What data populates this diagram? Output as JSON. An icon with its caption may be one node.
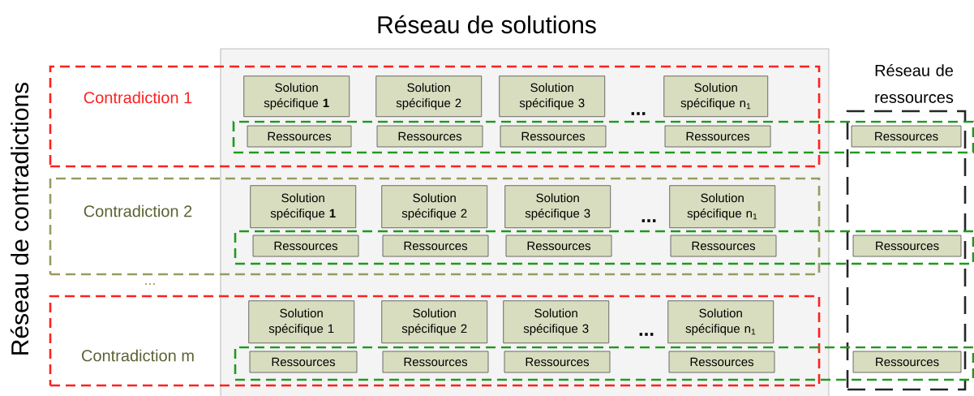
{
  "diagram": {
    "title": "Réseau de solutions",
    "nodes": [
      {
        "text": [
          "Contradiction 1"
        ]
      },
      {
        "text": [
          "Solution spécifique **1**"
        ],
        "in": 0
      },
      {
        "text": [
          "Solution spécifique 2"
        ],
        "in": 0
      },
      {
        "text": [
          "Solution spécifique 3"
        ],
        "in": 0
      },
      {
        "text": [
          "Solution spécifique n$_{1}$"
        ],
        "in": 0
      },
      {
        "text": [],
        "shape": "box"
      },
      {
        "text": [
          "Ressources"
        ]
      },
      {
        "text": [
          "Ressources"
        ]
      },
      {
        "text": [
          "Ressources"
        ]
      },
      {
        "text": [
          "Ressources"
        ]
      },
      {
        "text": [
          "Ressources"
        ]
      },
      {
        "text": [
          "Réseau de ressources"
        ]
      },
      {
        "text": [
          "Contradiction 2"
        ]
      },
      {
        "text": [
          "Solution spécifique **1**"
        ],
        "in": 12
      },
      {
        "text": [
          "Solution spécifique 2"
        ],
        "in": 12
      },
      {
        "text": [
          "Solution spécifique 3"
        ],
        "in": 12
      },
      {
        "text": [
          "Solution spécifique n$_{1}$"
        ],
        "in": 12
      },
      {
        "text": [],
        "shape": "box"
      },
      {
        "text": [
          "Ressources"
        ]
      },
      {
        "text": [
          "Ressources"
        ]
      },
      {
        "text": [
          "Ressources"
        ]
      },
      {
        "text": [
          "Ressources"
        ]
      },
      {
        "text": [
          "Ressources"
        ]
      },
      {
        "text": [
          "Contradiction m"
        ]
      },
      {
        "text": [
          "Solution spécifique 1"
        ],
        "in": 23
      },
      {
        "text": [
          "Solution spécifique 2"
        ],
        "in": 23
      },
      {
        "text": [
          "Solution spécifique 3"
        ],
        "in": 23
      },
      {
        "text": [
          "Solution spécifique n$_{1}$"
        ],
        "in": 23
      },
      {
        "text": [],
        "shape": "box"
      },
      {
        "text": [
          "Ressources"
        ]
      },
      {
        "text": [
          "Ressources"
        ]
      },
      {
        "text": [
          "Ressources"
        ]
      },
      {
        "text": [
          "Ressources"
        ]
      },
      {
        "text": [
          "Ressources"
        ]
      }
    ],
    "labels": [
      "Réseau de contradictions",
      "...",
      "...",
      "...",
      "..."
    ]
  }
}
